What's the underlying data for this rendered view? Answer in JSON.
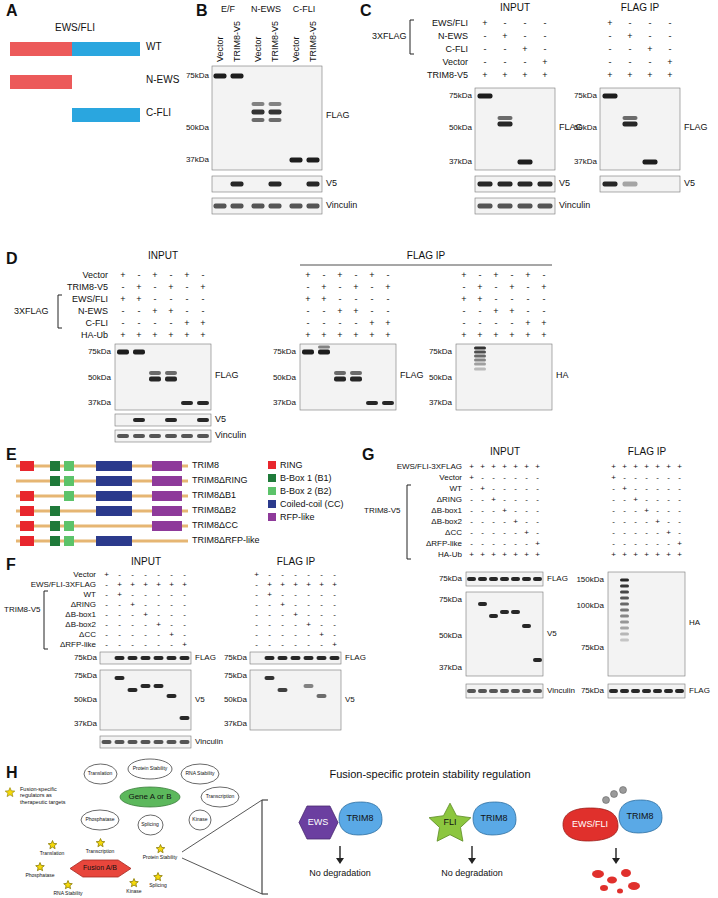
{
  "diagram": {
    "nodes": [
      {
        "text": [
          "Gene A or B"
        ]
      },
      {
        "text": [
          "Translation"
        ]
      },
      {
        "text": [
          "Protein Stability"
        ]
      },
      {
        "text": [
          "RNA Stability"
        ]
      },
      {
        "text": [
          "Transcription"
        ]
      },
      {
        "text": [
          "Kinase"
        ]
      },
      {
        "text": [
          "Splicing"
        ]
      },
      {
        "text": [
          "Phosphatase"
        ]
      },
      {
        "text": [
          "Fusion A/B"
        ]
      },
      {
        "text": [
          "Translation"
        ]
      },
      {
        "text": [
          "Transcription"
        ]
      },
      {
        "text": [
          "Protein Stability"
        ]
      },
      {
        "text": [
          "Splicing"
        ]
      },
      {
        "text": [
          "Kinase"
        ]
      },
      {
        "text": [
          "RNA Stability"
        ]
      },
      {
        "text": [
          "Phosphatase"
        ]
      },
      {
        "text": [
          "EWS"
        ]
      },
      {
        "text": [
          "TRIM8"
        ]
      },
      {
        "text": [
          "FLI"
        ]
      },
      {
        "text": [
          "TRIM8"
        ]
      },
      {
        "text": [
          "EWS/FLI"
        ]
      },
      {
        "text": [
          "TRIM8"
        ]
      }
    ],
    "labels": [
      "A",
      "EWS/FLI",
      "WT",
      "N-EWS",
      "C-FLI",
      "B",
      "E/F",
      "N-EWS",
      "C-FLI",
      "Vector",
      "TRIM8-V5",
      "Vector",
      "TRIM8-V5",
      "Vector",
      "TRIM8-V5",
      "75kDa",
      "50kDa",
      "37kDa",
      "FLAG",
      "V5",
      "Vinculin",
      "C",
      "INPUT",
      "FLAG IP",
      "3XFLAG",
      "EWS/FLI",
      "N-EWS",
      "C-FLI",
      "Vector",
      "TRIM8-V5",
      "+",
      "-",
      "-",
      "-",
      "-",
      "+",
      "-",
      "-",
      "-",
      "-",
      "+",
      "-",
      "-",
      "-",
      "-",
      "+",
      "+",
      "+",
      "+",
      "+",
      "+",
      "-",
      "-",
      "-",
      "-",
      "+",
      "-",
      "-",
      "-",
      "-",
      "+",
      "-",
      "-",
      "-",
      "-",
      "+",
      "+",
      "+",
      "+",
      "+",
      "75kDa",
      "50kDa",
      "37kDa",
      "FLAG",
      "V5",
      "Vinculin",
      "75kDa",
      "50kDa",
      "37kDa",
      "FLAG",
      "V5",
      "D",
      "INPUT",
      "FLAG IP",
      "Vector",
      "TRIM8-V5",
      "3XFLAG",
      "EWS/FLI",
      "N-EWS",
      "C-FLI",
      "HA-Ub",
      "+",
      "-",
      "+",
      "-",
      "+",
      "-",
      "-",
      "+",
      "-",
      "+",
      "-",
      "+",
      "+",
      "+",
      "-",
      "-",
      "-",
      "-",
      "-",
      "-",
      "+",
      "+",
      "-",
      "-",
      "-",
      "-",
      "-",
      "-",
      "+",
      "+",
      "+",
      "+",
      "+",
      "+",
      "+",
      "+",
      "+",
      "-",
      "+",
      "-",
      "+",
      "-",
      "-",
      "+",
      "-",
      "+",
      "-",
      "+",
      "+",
      "+",
      "-",
      "-",
      "-",
      "-",
      "-",
      "-",
      "+",
      "+",
      "-",
      "-",
      "-",
      "-",
      "-",
      "-",
      "+",
      "+",
      "+",
      "+",
      "+",
      "+",
      "+",
      "+",
      "+",
      "-",
      "+",
      "-",
      "+",
      "-",
      "-",
      "+",
      "-",
      "+",
      "-",
      "+",
      "+",
      "+",
      "-",
      "-",
      "-",
      "-",
      "-",
      "-",
      "+",
      "+",
      "-",
      "-",
      "-",
      "-",
      "-",
      "-",
      "+",
      "+",
      "+",
      "+",
      "+",
      "+",
      "+",
      "+",
      "75kDa",
      "50kDa",
      "37kDa",
      "FLAG",
      "V5",
      "Vinculin",
      "75kDa",
      "50kDa",
      "37kDa",
      "FLAG",
      "75kDa",
      "50kDa",
      "37kDa",
      "HA",
      "E",
      "TRIM8",
      "TRIM8ΔRING",
      "TRIM8ΔB1",
      "TRIM8ΔB2",
      "TRIM8ΔCC",
      "TRIM8ΔRFP-like",
      "F",
      "INPUT",
      "FLAG IP",
      "Vector",
      "EWS/FLI-3XFLAG",
      "TRIM8-V5",
      "WT",
      "ΔRING",
      "ΔB-box1",
      "ΔB-box2",
      "ΔCC",
      "ΔRFP-like",
      "+",
      "-",
      "-",
      "-",
      "-",
      "-",
      "-",
      "-",
      "+",
      "+",
      "+",
      "+",
      "+",
      "+",
      "-",
      "+",
      "-",
      "-",
      "-",
      "-",
      "-",
      "-",
      "-",
      "+",
      "-",
      "-",
      "-",
      "-",
      "-",
      "-",
      "-",
      "+",
      "-",
      "-",
      "-",
      "-",
      "-",
      "-",
      "-",
      "+",
      "-",
      "-",
      "-",
      "-",
      "-",
      "-",
      "-",
      "+",
      "-",
      "-",
      "-",
      "-",
      "-",
      "-",
      "-",
      "+",
      "+",
      "-",
      "-",
      "-",
      "-",
      "-",
      "-",
      "-",
      "+",
      "+",
      "+",
      "+",
      "+",
      "+",
      "-",
      "+",
      "-",
      "-",
      "-",
      "-",
      "-",
      "-",
      "-",
      "+",
      "-",
      "-",
      "-",
      "-",
      "-",
      "-",
      "-",
      "+",
      "-",
      "-",
      "-",
      "-",
      "-",
      "-",
      "-",
      "+",
      "-",
      "-",
      "-",
      "-",
      "-",
      "-",
      "-",
      "+",
      "-",
      "-",
      "-",
      "-",
      "-",
      "-",
      "-",
      "+",
      "75kDa",
      "75kDa",
      "50kDa",
      "37kDa",
      "FLAG",
      "V5",
      "Vinculin",
      "75kDa",
      "75kDa",
      "50kDa",
      "37kDa",
      "FLAG",
      "V5",
      "G",
      "INPUT",
      "FLAG IP",
      "EWS/FLI-3XFLAG",
      "Vector",
      "TRIM8-V5",
      "WT",
      "ΔRING",
      "ΔB-box1",
      "ΔB-box2",
      "ΔCC",
      "ΔRFP-like",
      "HA-Ub",
      "+",
      "+",
      "+",
      "+",
      "+",
      "+",
      "+",
      "+",
      "-",
      "-",
      "-",
      "-",
      "-",
      "-",
      "-",
      "+",
      "-",
      "-",
      "-",
      "-",
      "-",
      "-",
      "-",
      "+",
      "-",
      "-",
      "-",
      "-",
      "-",
      "-",
      "-",
      "+",
      "-",
      "-",
      "-",
      "-",
      "-",
      "-",
      "-",
      "+",
      "-",
      "-",
      "-",
      "-",
      "-",
      "-",
      "-",
      "+",
      "-",
      "-",
      "-",
      "-",
      "-",
      "-",
      "-",
      "+",
      "+",
      "+",
      "+",
      "+",
      "+",
      "+",
      "+",
      "+",
      "+",
      "+",
      "+",
      "+",
      "+",
      "+",
      "+",
      "-",
      "-",
      "-",
      "-",
      "-",
      "-",
      "-",
      "+",
      "-",
      "-",
      "-",
      "-",
      "-",
      "-",
      "-",
      "+",
      "-",
      "-",
      "-",
      "-",
      "-",
      "-",
      "-",
      "+",
      "-",
      "-",
      "-",
      "-",
      "-",
      "-",
      "-",
      "+",
      "-",
      "-",
      "-",
      "-",
      "-",
      "-",
      "-",
      "+",
      "-",
      "-",
      "-",
      "-",
      "-",
      "-",
      "-",
      "+",
      "+",
      "+",
      "+",
      "+",
      "+",
      "+",
      "+",
      "75kDa",
      "75kDa",
      "50kDa",
      "37kDa",
      "FLAG",
      "V5",
      "Vinculin",
      "150kDa",
      "100kDa",
      "75kDa",
      "HA",
      "75kDa",
      "FLAG",
      "H",
      "Fusion-specific protein stability regulation",
      "No degradation",
      "No degradation"
    ],
    "legend": [
      {
        "text": "RING",
        "color": "#e8262d"
      },
      {
        "text": "B-Box 1 (B1)",
        "color": "#1f7a3a"
      },
      {
        "text": "B-Box 2 (B2)",
        "color": "#5cc36a"
      },
      {
        "text": "Coiled-coil (CC)",
        "color": "#2b3a8c"
      },
      {
        "text": "RFP-like",
        "color": "#8e3a9a"
      },
      {
        "text": "Fusion-specific regulators as therapeutic targets"
      }
    ]
  }
}
